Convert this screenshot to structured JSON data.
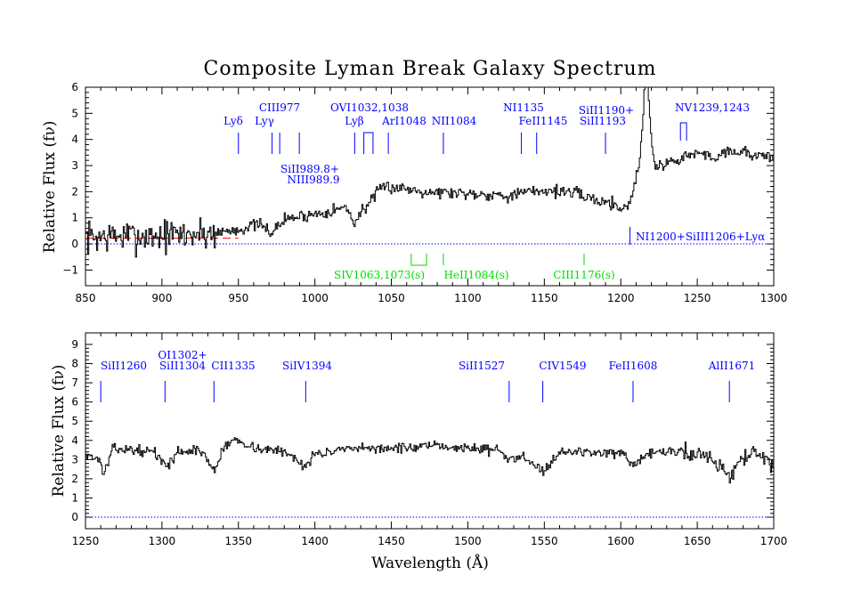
{
  "chart_data": [
    {
      "type": "line",
      "title": "Composite Lyman Break Galaxy Spectrum",
      "xlabel": "",
      "ylabel": "Relative Flux (fν)",
      "xlim": [
        850,
        1300
      ],
      "ylim": [
        -1.6,
        6
      ],
      "x_ticks": [
        850,
        900,
        950,
        1000,
        1050,
        1100,
        1150,
        1200,
        1250,
        1300
      ],
      "y_ticks": [
        -1,
        0,
        1,
        2,
        3,
        4,
        5,
        6
      ],
      "zero_line": {
        "y": 0,
        "style": "dotted",
        "color": "#0000ff"
      },
      "continuum_fit": {
        "x": [
          850,
          950
        ],
        "y": 0.22,
        "style": "dashed",
        "color": "#ff0000"
      },
      "spectrum_anchors": {
        "x": [
          850,
          870,
          890,
          910,
          930,
          950,
          962,
          972,
          980,
          1000,
          1020,
          1026,
          1030,
          1034,
          1040,
          1045,
          1055,
          1075,
          1095,
          1115,
          1128,
          1140,
          1150,
          1165,
          1175,
          1185,
          1195,
          1200,
          1205,
          1209,
          1212,
          1214,
          1215,
          1216,
          1217,
          1218,
          1220,
          1222,
          1230,
          1240,
          1250,
          1260,
          1270,
          1280,
          1290,
          1300
        ],
        "y": [
          0.25,
          0.3,
          0.3,
          0.35,
          0.4,
          0.55,
          0.75,
          0.45,
          0.95,
          1.15,
          1.4,
          0.8,
          1.25,
          1.5,
          1.9,
          2.2,
          2.15,
          2.0,
          1.95,
          1.9,
          1.85,
          2.0,
          2.05,
          2.0,
          1.85,
          1.65,
          1.55,
          1.35,
          1.5,
          2.3,
          3.3,
          4.5,
          5.8,
          6.5,
          6.5,
          5.5,
          3.8,
          2.9,
          3.1,
          3.3,
          3.5,
          3.3,
          3.6,
          3.5,
          3.4,
          3.2
        ]
      },
      "noise_segments": [
        {
          "x": [
            850,
            935
          ],
          "amplitude": 0.45
        },
        {
          "x": [
            935,
            1300
          ],
          "amplitude": 0.17
        }
      ],
      "absorption_lines": [
        {
          "label": "Lyδ",
          "x": 950
        },
        {
          "label": "Lyγ",
          "x": 972
        },
        {
          "label": "CIII977",
          "x": 977
        },
        {
          "label": "SiII989.8+",
          "x": 989.8
        },
        {
          "label": "NIII989.9",
          "x": 989.9
        },
        {
          "label": "OVI1032,1038",
          "x": [
            1032,
            1038
          ]
        },
        {
          "label": "Lyβ",
          "x": 1026
        },
        {
          "label": "ArI1048",
          "x": 1048
        },
        {
          "label": "NII1084",
          "x": 1084
        },
        {
          "label": "NI1135",
          "x": 1135
        },
        {
          "label": "FeII1145",
          "x": 1145
        },
        {
          "label": "SiII1190+",
          "x": 1190
        },
        {
          "label": "SiII1193",
          "x": 1193
        },
        {
          "label": "NV1239,1243",
          "x": [
            1239,
            1243
          ]
        },
        {
          "label": "NI1200+SiIII1206+Lyα",
          "x": 1206
        }
      ],
      "stellar_lines": [
        {
          "label": "SIV1063,1073(s)",
          "x": [
            1063,
            1073
          ]
        },
        {
          "label": "HeII1084(s)",
          "x": 1084
        },
        {
          "label": "CIII1176(s)",
          "x": 1176
        }
      ],
      "line_colors": {
        "ism": "#0000ff",
        "stellar": "#00dd00",
        "spectrum": "#000000"
      }
    },
    {
      "type": "line",
      "title": "",
      "xlabel": "Wavelength (Å)",
      "ylabel": "Relative Flux (fν)",
      "xlim": [
        1250,
        1700
      ],
      "ylim": [
        -0.6,
        9.6
      ],
      "x_ticks": [
        1250,
        1300,
        1350,
        1400,
        1450,
        1500,
        1550,
        1600,
        1650,
        1700
      ],
      "y_ticks": [
        0,
        1,
        2,
        3,
        4,
        5,
        6,
        7,
        8,
        9
      ],
      "zero_line": {
        "y": 0,
        "style": "dotted",
        "color": "#0000ff"
      },
      "spectrum_anchors": {
        "x": [
          1250,
          1258,
          1262,
          1268,
          1280,
          1295,
          1302,
          1310,
          1325,
          1334,
          1340,
          1348,
          1360,
          1380,
          1393,
          1400,
          1420,
          1440,
          1460,
          1480,
          1500,
          1520,
          1527,
          1535,
          1549,
          1560,
          1580,
          1600,
          1608,
          1620,
          1640,
          1655,
          1671,
          1680,
          1690,
          1700
        ],
        "y": [
          3.3,
          3.0,
          2.3,
          3.6,
          3.5,
          3.4,
          2.6,
          3.4,
          3.5,
          2.4,
          3.6,
          4.1,
          3.6,
          3.4,
          2.7,
          3.3,
          3.5,
          3.6,
          3.6,
          3.7,
          3.6,
          3.5,
          2.9,
          3.3,
          2.4,
          3.4,
          3.4,
          3.3,
          2.6,
          3.4,
          3.4,
          3.3,
          2.2,
          3.2,
          3.3,
          2.5
        ]
      },
      "noise_segments": [
        {
          "x": [
            1250,
            1640
          ],
          "amplitude": 0.18
        },
        {
          "x": [
            1640,
            1700
          ],
          "amplitude": 0.35
        }
      ],
      "absorption_lines": [
        {
          "label": "SiII1260",
          "x": 1260
        },
        {
          "label": "OI1302+",
          "x": 1302
        },
        {
          "label": "SiII1304",
          "x": 1304
        },
        {
          "label": "CII1335",
          "x": 1335
        },
        {
          "label": "SiIV1394",
          "x": 1394
        },
        {
          "label": "SiII1527",
          "x": 1527
        },
        {
          "label": "CIV1549",
          "x": 1549
        },
        {
          "label": "FeII1608",
          "x": 1608
        },
        {
          "label": "AlII1671",
          "x": 1671
        }
      ],
      "line_colors": {
        "ism": "#0000ff",
        "spectrum": "#000000"
      }
    }
  ]
}
